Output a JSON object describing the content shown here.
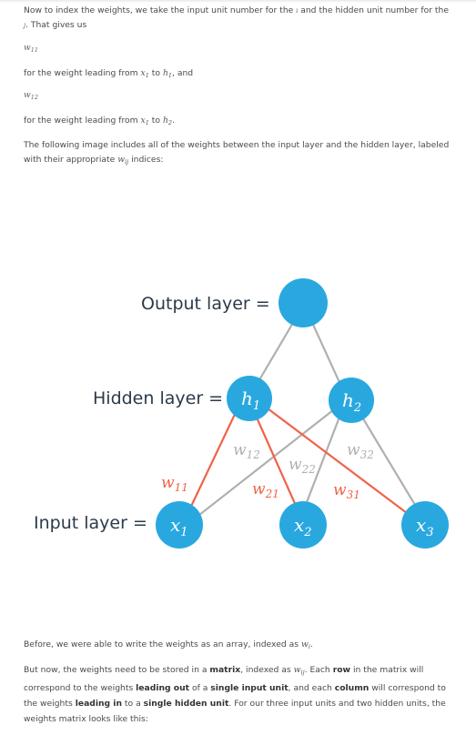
{
  "intro": {
    "line1": "Now to index the weights, we take the input unit number for the",
    "i_symbol": "i",
    "line1b": "and the hidden unit number for the",
    "j_symbol": "j",
    "line2": ". That gives us"
  },
  "w11": {
    "base": "w",
    "sub": "11"
  },
  "desc1": {
    "prefix": "for the weight leading from",
    "from_base": "x",
    "from_sub": "1",
    "to": "to",
    "to_base": "h",
    "to_sub": "1",
    "suffix": ", and"
  },
  "w12": {
    "base": "w",
    "sub": "12"
  },
  "desc2": {
    "prefix": "for the weight leading from",
    "from_base": "x",
    "from_sub": "1",
    "to": "to",
    "to_base": "h",
    "to_sub": "2",
    "suffix": "."
  },
  "following": {
    "text": "The following image includes all of the weights between the input layer and the hidden layer, labeled with their appropriate",
    "w_base": "w",
    "w_sub": "ij",
    "suffix": "indices:"
  },
  "diagram": {
    "output_label": "Output layer =",
    "hidden_label": "Hidden layer =",
    "input_label": "Input layer =",
    "nodes": {
      "h1": {
        "base": "h",
        "sub": "1"
      },
      "h2": {
        "base": "h",
        "sub": "2"
      },
      "x1": {
        "base": "x",
        "sub": "1"
      },
      "x2": {
        "base": "x",
        "sub": "2"
      },
      "x3": {
        "base": "x",
        "sub": "3"
      }
    },
    "weights": {
      "w11": {
        "base": "w",
        "sub": "11"
      },
      "w12": {
        "base": "w",
        "sub": "12"
      },
      "w21": {
        "base": "w",
        "sub": "21"
      },
      "w22": {
        "base": "w",
        "sub": "22"
      },
      "w31": {
        "base": "w",
        "sub": "31"
      },
      "w32": {
        "base": "w",
        "sub": "32"
      }
    },
    "colors": {
      "node": "#29a8e0",
      "highlight_edge": "#f0624a",
      "gray_edge": "#b0b0b0",
      "label_text": "#2b3a4a"
    }
  },
  "before": {
    "text": "Before, we were able to write the weights as an array, indexed as",
    "w_base": "w",
    "w_sub": "i",
    "suffix": "."
  },
  "but_now": {
    "t1": "But now, the weights need to be stored in a ",
    "b1": "matrix",
    "t2": ", indexed as ",
    "w_base": "w",
    "w_sub": "ij",
    "t3": ". Each ",
    "b2": "row",
    "t4": " in the matrix will correspond to the weights ",
    "b3": "leading out",
    "t5": " of a ",
    "b4": "single input unit",
    "t6": ", and each ",
    "b5": "column",
    "t7": " will correspond to the weights ",
    "b6": "leading in",
    "t8": " to a ",
    "b7": "single hidden unit",
    "t9": ". For our three input units and two hidden units, the weights matrix looks like this:"
  }
}
